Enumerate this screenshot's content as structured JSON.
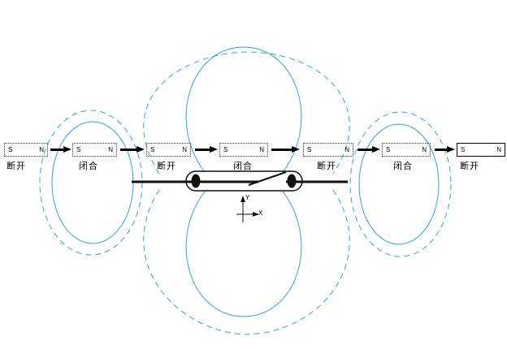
{
  "diagram_title": "reed-switch-magnet-field-diagram",
  "colors": {
    "field_line": "#2fa3dc",
    "ink": "#000000"
  },
  "magnets": [
    {
      "s": "S",
      "n": "N",
      "state": "断开",
      "border": "dotted"
    },
    {
      "s": "S",
      "n": "N",
      "state": "闭合",
      "border": "dotted"
    },
    {
      "s": "S",
      "n": "N",
      "state": "断开",
      "border": "dotted"
    },
    {
      "s": "S",
      "n": "N",
      "state": "闭合",
      "border": "dotted"
    },
    {
      "s": "S",
      "n": "N",
      "state": "断开",
      "border": "dotted"
    },
    {
      "s": "S",
      "n": "N",
      "state": "闭合",
      "border": "dotted"
    },
    {
      "s": "S",
      "n": "N",
      "state": "断开",
      "border": "solid"
    }
  ],
  "axis": {
    "x": "X",
    "y": "Y"
  }
}
